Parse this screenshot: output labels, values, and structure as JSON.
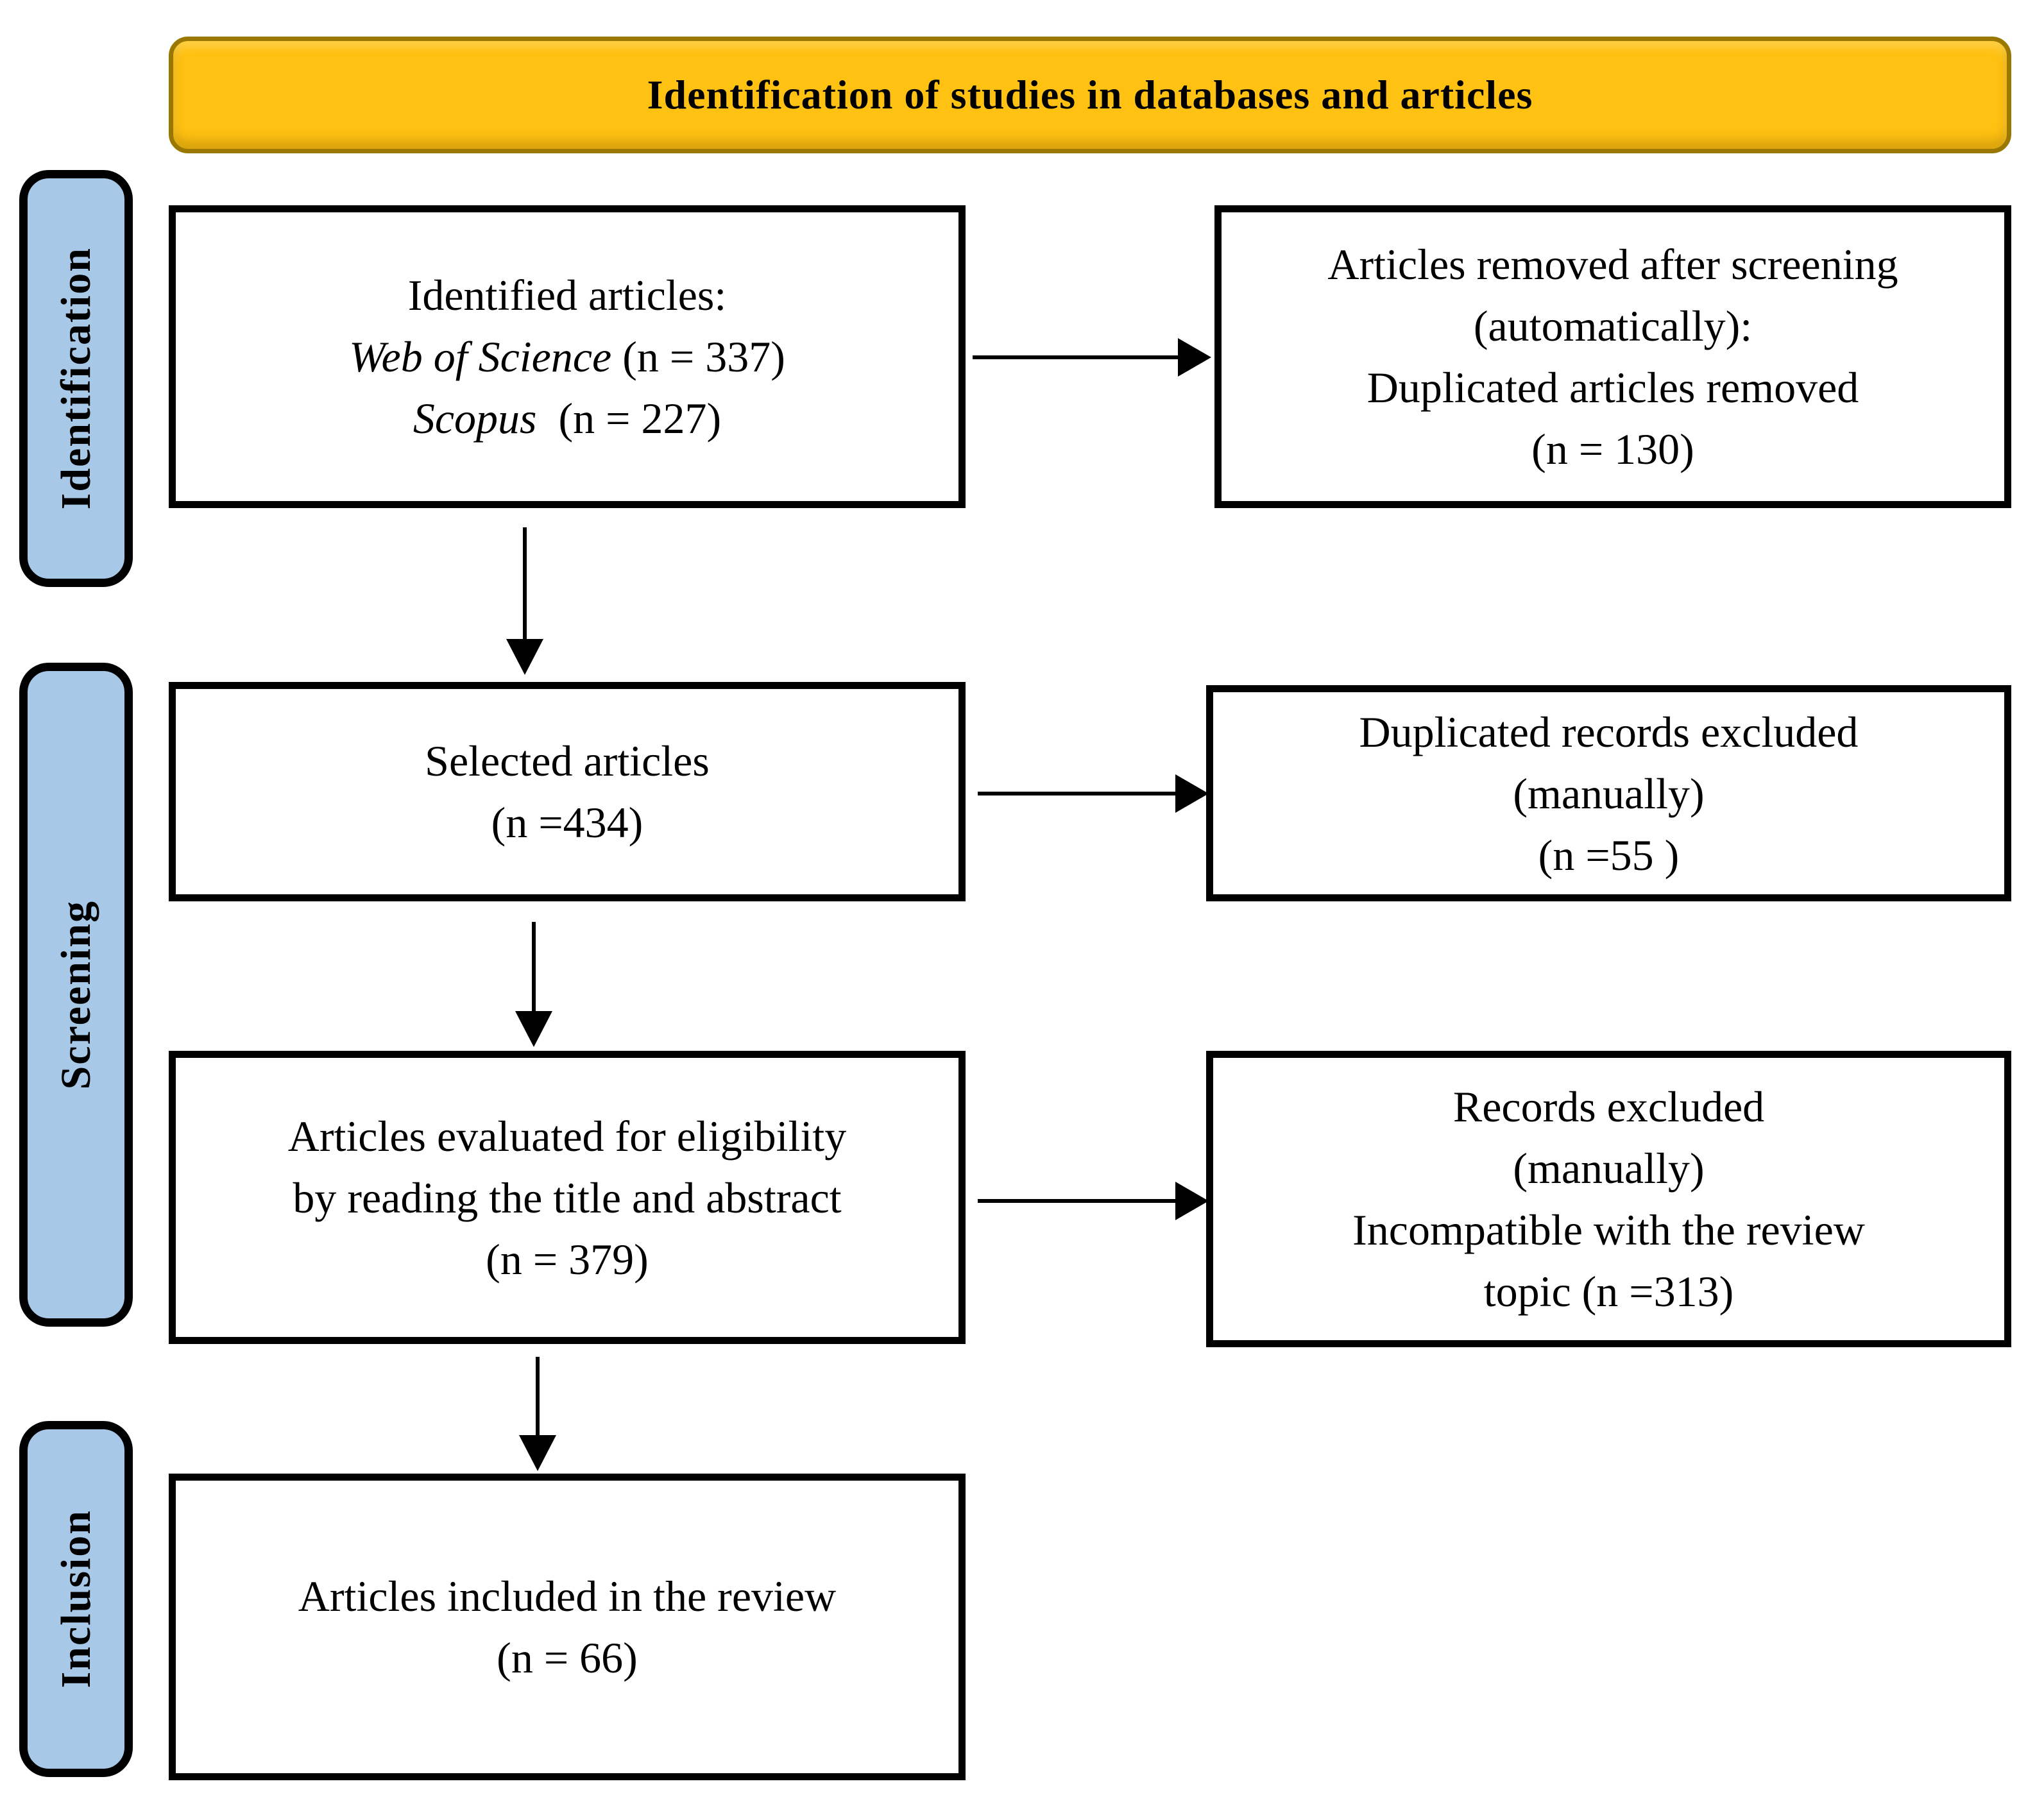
{
  "banner": {
    "label": "Identification of studies in databases and articles"
  },
  "stages": [
    {
      "label": "Identification"
    },
    {
      "label": "Screening"
    },
    {
      "label": "Inclusion"
    }
  ],
  "boxes": {
    "identified": {
      "title": "Identified articles:",
      "source1_name": "Web of Science",
      "source1_count": " (n = 337)",
      "source2_name": "Scopus",
      "source2_count": "  (n = 227)"
    },
    "removed_auto": {
      "line1": "Articles removed after screening",
      "line2": "(automatically):",
      "line3": "Duplicated articles removed",
      "line4": "(n = 130)"
    },
    "selected": {
      "line1": "Selected articles",
      "line2": "(n =434)"
    },
    "dup_manual": {
      "line1": "Duplicated records excluded",
      "line2": "(manually)",
      "line3": "(n =55 )"
    },
    "eligibility": {
      "line1": "Articles evaluated for eligibility",
      "line2": "by reading the title and abstract",
      "line3": "(n = 379)"
    },
    "excluded_manual": {
      "line1": "Records excluded",
      "line2": "(manually)",
      "line3": "Incompatible with the review",
      "line4": "topic (n =313)"
    },
    "included": {
      "line1": "Articles included in the review",
      "line2": "(n = 66)"
    }
  },
  "colors": {
    "banner_fill": "#FFC112",
    "banner_border": "#9A7800",
    "stage_fill": "#A8C8E8",
    "stage_border": "#000000",
    "box_fill": "#FFFFFF",
    "box_border": "#000000",
    "arrow": "#000000",
    "background": "#FFFFFF"
  }
}
